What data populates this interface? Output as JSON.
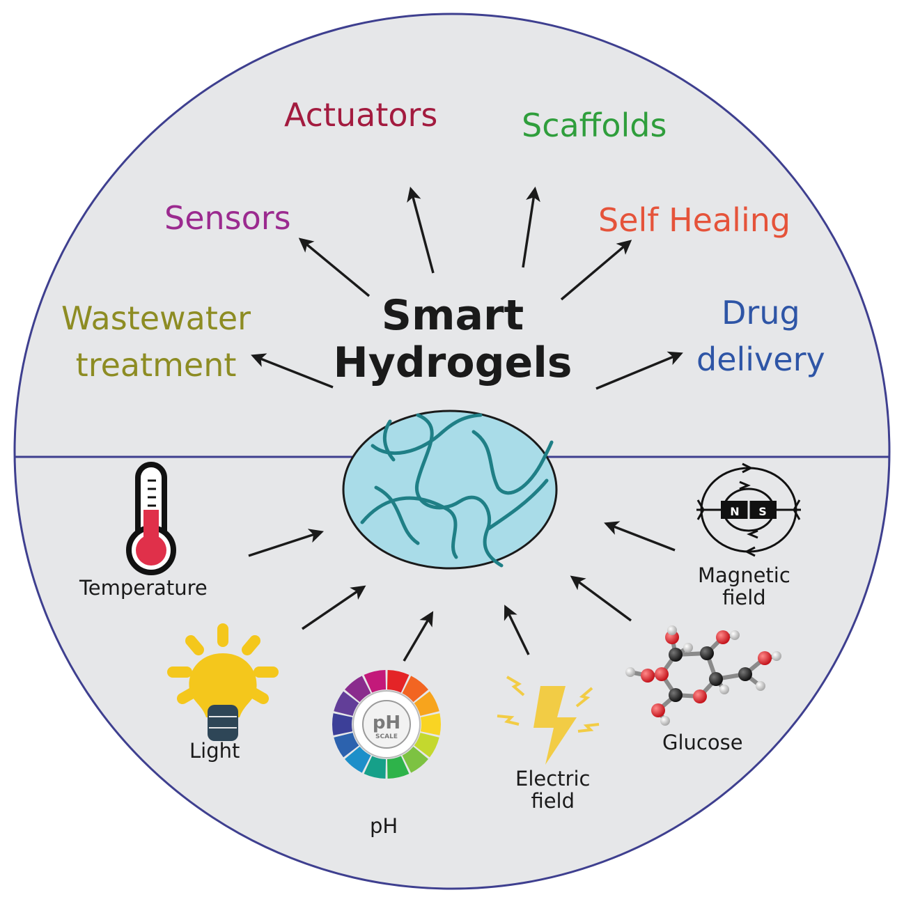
{
  "title": {
    "line1": "Smart",
    "line2": "Hydrogels"
  },
  "applications": {
    "actuators": {
      "label": "Actuators",
      "color": "#a31b3f"
    },
    "scaffolds": {
      "label": "Scaffolds",
      "color": "#2f9e3c"
    },
    "sensors": {
      "label": "Sensors",
      "color": "#9b2a8f"
    },
    "self_healing": {
      "label": "Self Healing",
      "color": "#e5533a"
    },
    "wastewater": {
      "line1": "Wastewater",
      "line2": "treatment",
      "color": "#8d8c23"
    },
    "drug_delivery": {
      "line1": "Drug",
      "line2": "delivery",
      "color": "#2e55a6"
    }
  },
  "stimuli": {
    "temperature": {
      "label": "Temperature"
    },
    "light": {
      "label": "Light"
    },
    "ph": {
      "label": "pH",
      "icon_text": "pH",
      "icon_subtext": "SCALE"
    },
    "electric": {
      "line1": "Electric",
      "line2": "field"
    },
    "glucose": {
      "label": "Glucose"
    },
    "magnetic": {
      "line1": "Magnetic",
      "line2": "field",
      "north": "N",
      "south": "S"
    }
  },
  "colors": {
    "background": "#e6e7e9",
    "border": "#3e3f8f",
    "hydrogel_fill": "#a9dce8",
    "hydrogel_strand": "#1f7f86",
    "arrow": "#1a1a1a"
  }
}
